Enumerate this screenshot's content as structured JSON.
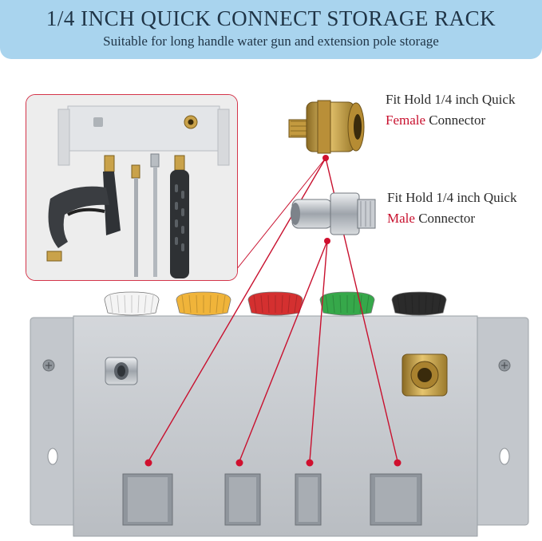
{
  "banner": {
    "title": "1/4 INCH QUICK CONNECT STORAGE RACK",
    "subtitle": "Suitable for long handle water gun and extension pole storage"
  },
  "callouts": {
    "female": {
      "line1": "Fit Hold 1/4 inch Quick",
      "accent": "Female",
      "rest": " Connector"
    },
    "male": {
      "line1": "Fit Hold 1/4 inch Quick",
      "accent": "Male",
      "rest": " Connector"
    }
  },
  "colors": {
    "accent_red": "#c8102e",
    "banner_blue": "#a9d4ee",
    "rack_grey": "#c9ccd0",
    "brass": "#c9a24a",
    "steel": "#b7bcc2"
  },
  "nozzle_tips": [
    {
      "name": "white-nozzle-tip",
      "color": "#f4f4f4"
    },
    {
      "name": "yellow-nozzle-tip",
      "color": "#f0b43a"
    },
    {
      "name": "red-nozzle-tip",
      "color": "#d43030"
    },
    {
      "name": "green-nozzle-tip",
      "color": "#36a84a"
    },
    {
      "name": "black-nozzle-tip",
      "color": "#2b2b2b"
    }
  ]
}
